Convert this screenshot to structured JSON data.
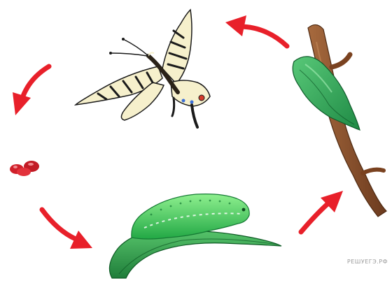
{
  "diagram": {
    "type": "butterfly-life-cycle",
    "stages": [
      {
        "name": "butterfly-adult",
        "icon": "butterfly-icon"
      },
      {
        "name": "pupa-chrysalis",
        "icon": "chrysalis-icon"
      },
      {
        "name": "eggs",
        "icon": "eggs-icon"
      },
      {
        "name": "caterpillar-larva",
        "icon": "caterpillar-icon"
      }
    ],
    "arrow_color": "#e8202a",
    "leaf_color": "#2e9a4e",
    "caterpillar_color": "#5dcf6b",
    "branch_color": "#8a4f2a"
  },
  "watermark": {
    "text": "РЕШУЕГЭ.РФ"
  }
}
